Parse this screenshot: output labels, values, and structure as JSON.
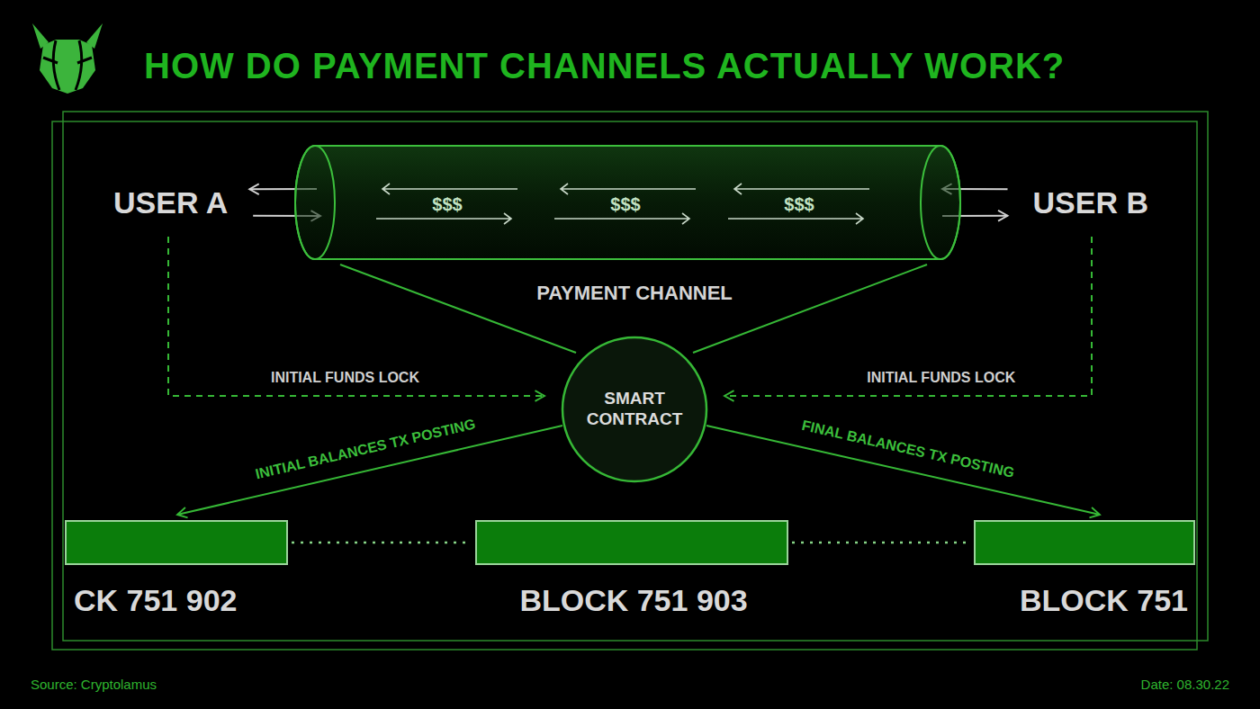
{
  "diagram": {
    "title": "HOW DO PAYMENT CHANNELS ACTUALLY WORK?",
    "nodes": [
      {
        "text": [
          "USER A"
        ]
      },
      {
        "text": [
          "$$$",
          "$$$",
          "$$$",
          "PAYMENT CHANNEL"
        ]
      },
      {
        "text": [
          "USER B"
        ]
      },
      {
        "text": [
          "SMART CONTRACT"
        ]
      },
      {
        "text": [
          "CK 751 902"
        ]
      },
      {
        "text": [
          "BLOCK 751 903"
        ]
      },
      {
        "text": [
          "BLOCK 751"
        ]
      }
    ],
    "edges": [
      {
        "from": 1,
        "to": 0,
        "arrow": "to"
      },
      {
        "from": 0,
        "to": 1,
        "arrow": "to"
      },
      {
        "from": 2,
        "to": 1,
        "arrow": "to"
      },
      {
        "from": 1,
        "to": 2,
        "arrow": "to"
      },
      {
        "from": 1,
        "to": 3,
        "arrow": "none"
      },
      {
        "from": 1,
        "to": 3,
        "arrow": "none"
      },
      {
        "from": 0,
        "to": 3,
        "label": "INITIAL FUNDS LOCK",
        "arrow": "to"
      },
      {
        "from": 2,
        "to": 3,
        "label": "INITIAL FUNDS LOCK",
        "arrow": "to"
      },
      {
        "from": 3,
        "to": 4,
        "label": "INITIAL BALANCES TX POSTING",
        "arrow": "to"
      },
      {
        "from": 3,
        "to": 6,
        "label": "FINAL BALANCES TX POSTING",
        "arrow": "to"
      },
      {
        "from": 4,
        "to": 5,
        "arrow": "none"
      },
      {
        "from": 5,
        "to": 6,
        "arrow": "none"
      }
    ],
    "labels": [
      "Source: Cryptolamus",
      "Date: 08.30.22"
    ]
  }
}
